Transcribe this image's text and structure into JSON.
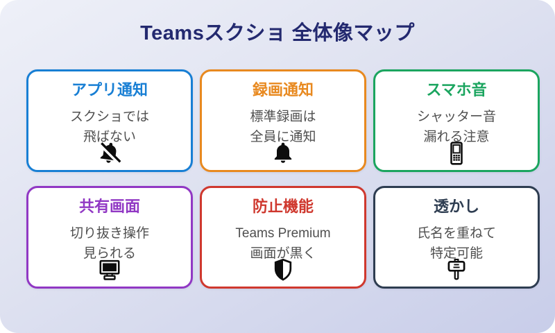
{
  "page": {
    "title": "Teamsスクショ 全体像マップ",
    "title_color": "#23296f",
    "background_gradient": {
      "from": "#eef0f8",
      "to": "#c8cde9"
    },
    "body_text_color": "#4f4f4f",
    "card_background": "#ffffff"
  },
  "cards": [
    {
      "title": "アプリ通知",
      "lines": [
        "スクショでは",
        "飛ばない"
      ],
      "color": "#187fd4",
      "icon": "bell-off-icon"
    },
    {
      "title": "録画通知",
      "lines": [
        "標準録画は",
        "全員に通知"
      ],
      "color": "#e8891f",
      "icon": "bell-icon"
    },
    {
      "title": "スマホ音",
      "lines": [
        "シャッター音",
        "漏れる注意"
      ],
      "color": "#1ba55f",
      "icon": "mobile-phone-icon"
    },
    {
      "title": "共有画面",
      "lines": [
        "切り抜き操作",
        "見られる"
      ],
      "color": "#9138c4",
      "icon": "desktop-monitor-icon"
    },
    {
      "title": "防止機能",
      "lines": [
        "Teams Premium",
        "画面が黒く"
      ],
      "color": "#cf382e",
      "icon": "shield-icon"
    },
    {
      "title": "透かし",
      "lines": [
        "氏名を重ねて",
        "特定可能"
      ],
      "color": "#2e3d51",
      "icon": "signpost-icon"
    }
  ]
}
